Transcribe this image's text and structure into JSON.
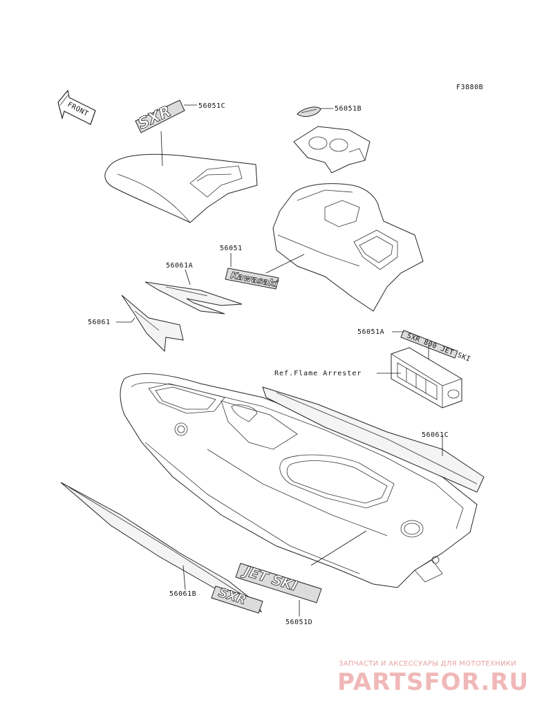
{
  "diagram": {
    "code": "F3880B",
    "front_arrow_text": "FRONT",
    "reference_note": "Ref.Flame Arrester",
    "parts": [
      {
        "id": "p56051C",
        "label": "56051C"
      },
      {
        "id": "p56051B",
        "label": "56051B"
      },
      {
        "id": "p56051",
        "label": "56051"
      },
      {
        "id": "p56061A",
        "label": "56061A"
      },
      {
        "id": "p56061",
        "label": "56061"
      },
      {
        "id": "p56051A",
        "label": "56051A"
      },
      {
        "id": "p56061C",
        "label": "56061C"
      },
      {
        "id": "p56061B",
        "label": "56061B"
      },
      {
        "id": "p56051D",
        "label": "56051D"
      }
    ],
    "decal_texts": {
      "sxr_top": "SXR",
      "kawasaki": "Kawasaki",
      "jetski": "JET SKI",
      "sxr_side": "SXR",
      "strip_a": "SXR 800 JET SKI"
    }
  },
  "watermark": {
    "tagline": "ЗАПЧАСТИ И АКСЕССУАРЫ ДЛЯ МОТОТЕХНИКИ",
    "logo": "PARTSFOR.RU"
  }
}
